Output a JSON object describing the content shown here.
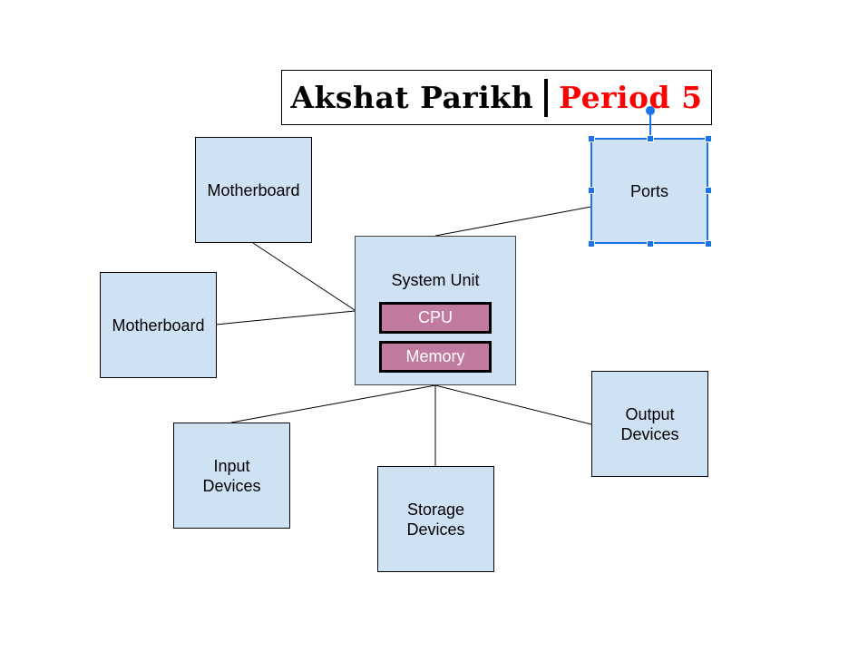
{
  "title": {
    "name": "Akshat Parikh",
    "period": "Period 5"
  },
  "nodes": {
    "motherboard_top": "Motherboard",
    "motherboard_left": "Motherboard",
    "ports": "Ports",
    "system_unit": "System Unit",
    "cpu": "CPU",
    "memory": "Memory",
    "input": "Input\nDevices",
    "storage": "Storage\nDevices",
    "output": "Output\nDevices"
  },
  "selected_node": "Ports",
  "colors": {
    "node_fill": "#cfe2f3",
    "sub_box_fill": "#c27ba0",
    "period_text": "#ff0000",
    "selection": "#1a73e8"
  }
}
